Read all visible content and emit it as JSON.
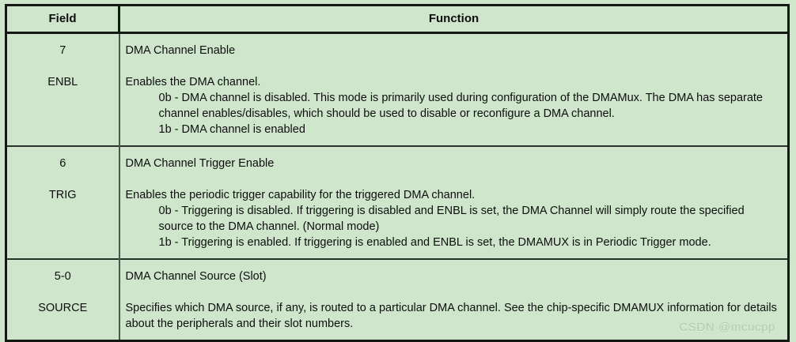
{
  "table": {
    "headers": {
      "field": "Field",
      "function": "Function"
    },
    "rows": [
      {
        "bits": "7",
        "name": "ENBL",
        "title": "DMA Channel Enable",
        "lead": "Enables the DMA channel.",
        "sub_lines": [
          "0b - DMA channel is disabled. This mode is primarily used during configuration of the DMAMux. The DMA has separate channel enables/disables, which should be used to disable or reconfigure a DMA channel.",
          "1b - DMA channel is enabled"
        ]
      },
      {
        "bits": "6",
        "name": "TRIG",
        "title": "DMA Channel Trigger Enable",
        "lead": "Enables the periodic trigger capability for the triggered DMA channel.",
        "sub_lines": [
          "0b - Triggering is disabled. If triggering is disabled and ENBL is set, the DMA Channel will simply route the specified source to the DMA channel. (Normal mode)",
          "1b - Triggering is enabled. If triggering is enabled and ENBL is set, the DMAMUX is in Periodic Trigger mode."
        ]
      },
      {
        "bits": "5-0",
        "name": "SOURCE",
        "title": "DMA Channel Source (Slot)",
        "lead": "Specifies which DMA source, if any, is routed to a particular DMA channel. See the chip-specific DMAMUX information for details about the peripherals and their slot numbers.",
        "sub_lines": []
      }
    ]
  },
  "watermark": {
    "text": "CSDN @mcucpp"
  },
  "colors": {
    "cell_background": "#cfe6cd",
    "border": "#141914",
    "text": "#0d0f0d",
    "watermark": "#b4c9b2"
  }
}
